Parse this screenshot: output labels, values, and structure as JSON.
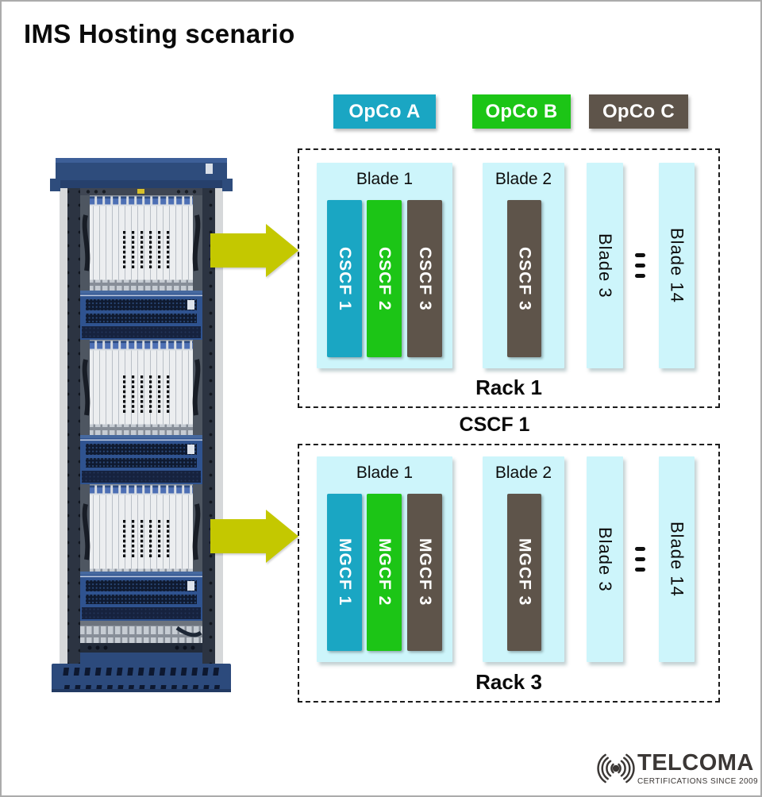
{
  "title": "IMS Hosting scenario",
  "legend": {
    "items": [
      {
        "label": "OpCo A",
        "color": "#1aa6c3"
      },
      {
        "label": "OpCo B",
        "color": "#1cc516"
      },
      {
        "label": "OpCo C",
        "color": "#5e544a"
      }
    ]
  },
  "rack1": {
    "label": "Rack 1",
    "blade1": {
      "title": "Blade 1",
      "bars": [
        {
          "label": "CSCF 1",
          "color": "#1aa6c3"
        },
        {
          "label": "CSCF 2",
          "color": "#1cc516"
        },
        {
          "label": "CSCF 3",
          "color": "#5e544a"
        }
      ]
    },
    "blade2": {
      "title": "Blade 2",
      "bars": [
        {
          "label": "CSCF 3",
          "color": "#5e544a"
        }
      ]
    },
    "blade3_label": "Blade 3",
    "blade14_label": "Blade 14"
  },
  "between_label": "CSCF 1",
  "rack3": {
    "label": "Rack 3",
    "blade1": {
      "title": "Blade 1",
      "bars": [
        {
          "label": "MGCF 1",
          "color": "#1aa6c3"
        },
        {
          "label": "MGCF 2",
          "color": "#1cc516"
        },
        {
          "label": "MGCF 3",
          "color": "#5e544a"
        }
      ]
    },
    "blade2": {
      "title": "Blade 2",
      "bars": [
        {
          "label": "MGCF 3",
          "color": "#5e544a"
        }
      ]
    },
    "blade3_label": "Blade 3",
    "blade14_label": "Blade 14"
  },
  "brand": {
    "name": "TELCOMA",
    "tagline": "CERTIFICATIONS SINCE 2009"
  },
  "colors": {
    "blade_panel": "#cdf5fb",
    "arrow": "#c4c800",
    "opco_a": "#1aa6c3",
    "opco_b": "#1cc516",
    "opco_c": "#5e544a"
  }
}
